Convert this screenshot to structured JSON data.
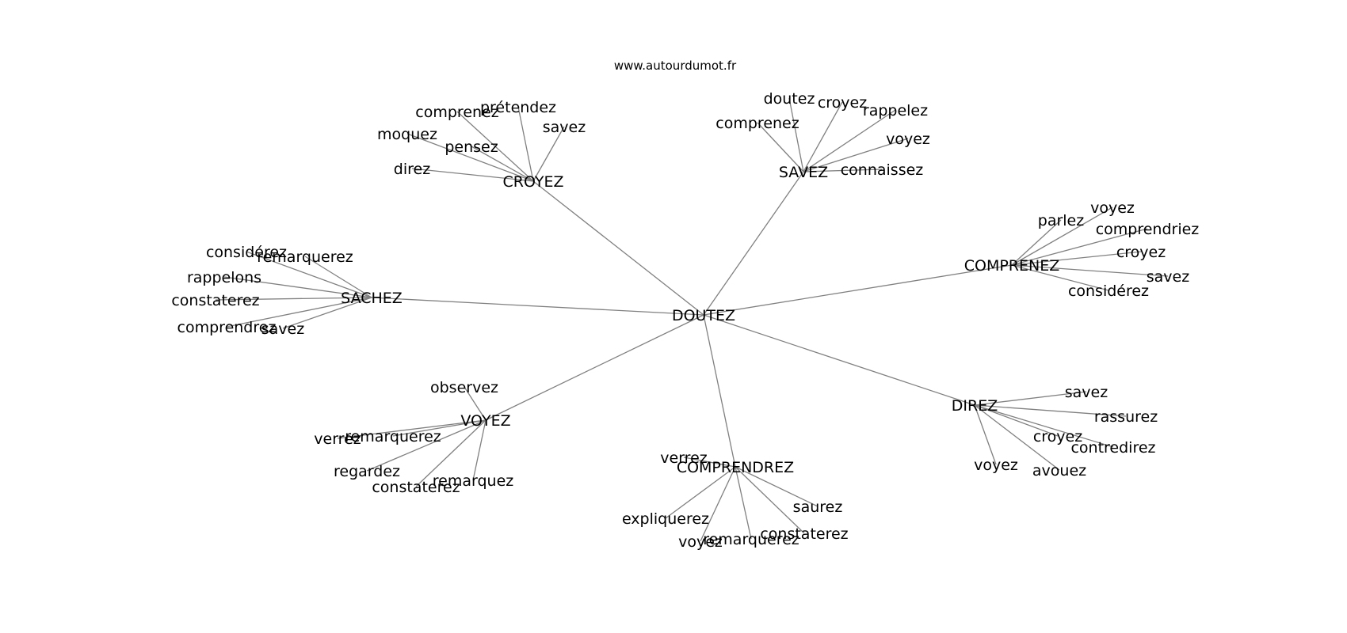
{
  "watermark": "www.autourdumot.fr",
  "colors": {
    "edge": "#808080",
    "text": "#000000",
    "background": "#ffffff"
  },
  "root": "DOUTEZ",
  "hubs": [
    {
      "id": "croyez",
      "label": "CROYEZ",
      "leaves": [
        {
          "id": "croyez-pretendez",
          "label": "prétendez"
        },
        {
          "id": "croyez-comprenez",
          "label": "comprenez"
        },
        {
          "id": "croyez-savez",
          "label": "savez"
        },
        {
          "id": "croyez-moquez",
          "label": "moquez"
        },
        {
          "id": "croyez-pensez",
          "label": "pensez"
        },
        {
          "id": "croyez-direz",
          "label": "direz"
        }
      ]
    },
    {
      "id": "savez",
      "label": "SAVEZ",
      "leaves": [
        {
          "id": "savez-doutez",
          "label": "doutez"
        },
        {
          "id": "savez-croyez",
          "label": "croyez"
        },
        {
          "id": "savez-rappelez",
          "label": "rappelez"
        },
        {
          "id": "savez-comprenez",
          "label": "comprenez"
        },
        {
          "id": "savez-voyez",
          "label": "voyez"
        },
        {
          "id": "savez-connaissez",
          "label": "connaissez"
        }
      ]
    },
    {
      "id": "comprenez",
      "label": "COMPRENEZ",
      "leaves": [
        {
          "id": "comprenez-voyez",
          "label": "voyez"
        },
        {
          "id": "comprenez-parlez",
          "label": "parlez"
        },
        {
          "id": "comprenez-comprendriez",
          "label": "comprendriez"
        },
        {
          "id": "comprenez-croyez",
          "label": "croyez"
        },
        {
          "id": "comprenez-savez",
          "label": "savez"
        },
        {
          "id": "comprenez-considerez",
          "label": "considérez"
        }
      ]
    },
    {
      "id": "sachez",
      "label": "SACHEZ",
      "leaves": [
        {
          "id": "sachez-considerez",
          "label": "considérez"
        },
        {
          "id": "sachez-remarquerez",
          "label": "remarquerez"
        },
        {
          "id": "sachez-rappelons",
          "label": "rappelons"
        },
        {
          "id": "sachez-constaterez",
          "label": "constaterez"
        },
        {
          "id": "sachez-comprendrez",
          "label": "comprendrez"
        },
        {
          "id": "sachez-savez",
          "label": "savez"
        }
      ]
    },
    {
      "id": "voyez",
      "label": "VOYEZ",
      "leaves": [
        {
          "id": "voyez-observez",
          "label": "observez"
        },
        {
          "id": "voyez-remarquerez",
          "label": "remarquerez"
        },
        {
          "id": "voyez-verrez",
          "label": "verrez"
        },
        {
          "id": "voyez-regardez",
          "label": "regardez"
        },
        {
          "id": "voyez-remarquez",
          "label": "remarquez"
        },
        {
          "id": "voyez-constaterez",
          "label": "constaterez"
        }
      ]
    },
    {
      "id": "comprendrez",
      "label": "COMPRENDREZ",
      "leaves": [
        {
          "id": "comprendrez-verrez",
          "label": "verrez"
        },
        {
          "id": "comprendrez-saurez",
          "label": "saurez"
        },
        {
          "id": "comprendrez-expliquerez",
          "label": "expliquerez"
        },
        {
          "id": "comprendrez-constaterez",
          "label": "constaterez"
        },
        {
          "id": "comprendrez-remarquerez",
          "label": "remarquerez"
        },
        {
          "id": "comprendrez-voyez",
          "label": "voyez"
        }
      ]
    },
    {
      "id": "direz",
      "label": "DIREZ",
      "leaves": [
        {
          "id": "direz-savez",
          "label": "savez"
        },
        {
          "id": "direz-rassurez",
          "label": "rassurez"
        },
        {
          "id": "direz-croyez",
          "label": "croyez"
        },
        {
          "id": "direz-contredirez",
          "label": "contredirez"
        },
        {
          "id": "direz-voyez",
          "label": "voyez"
        },
        {
          "id": "direz-avouez",
          "label": "avouez"
        }
      ]
    }
  ]
}
